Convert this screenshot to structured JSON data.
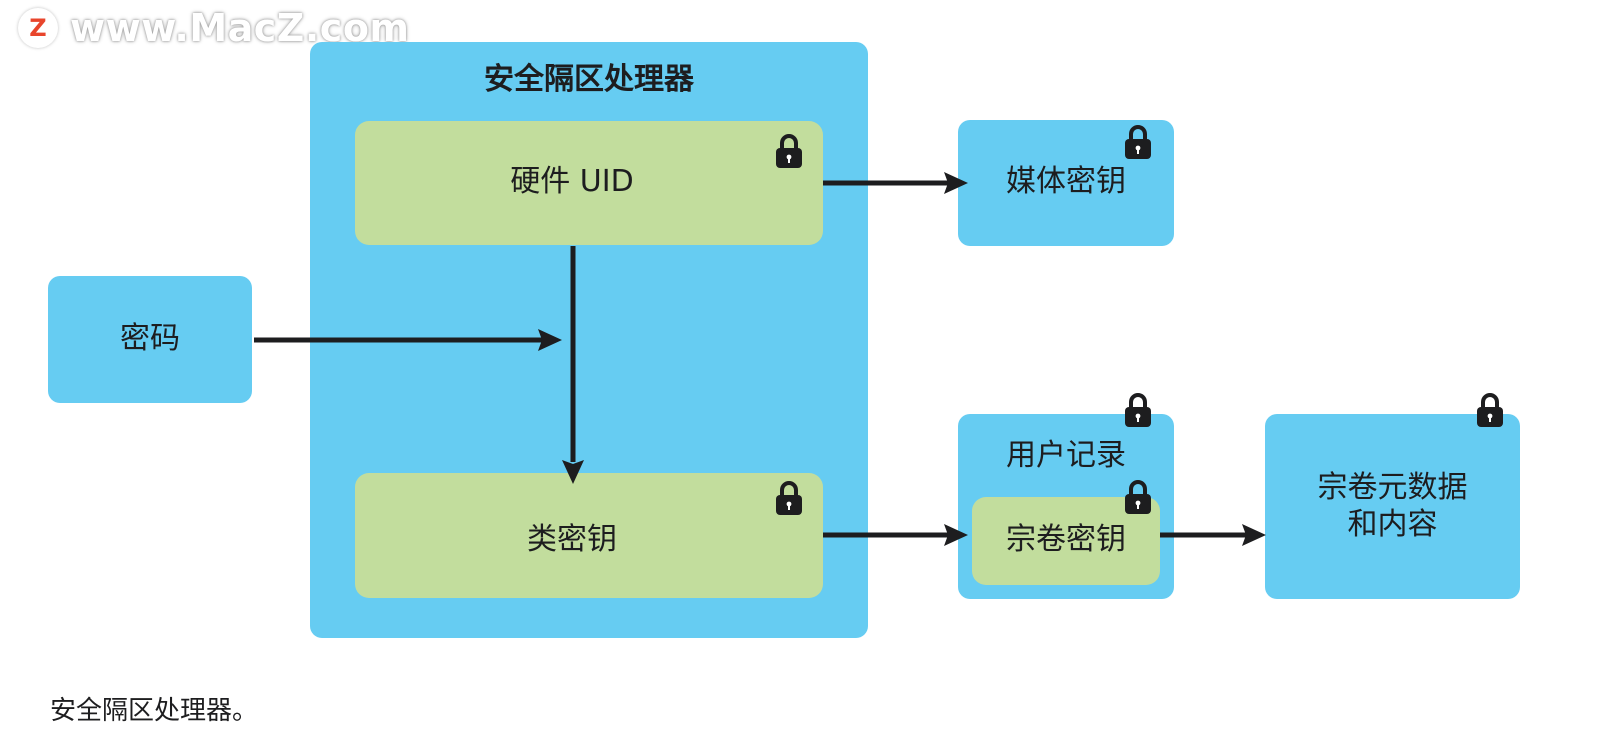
{
  "watermark": {
    "badge": "Z",
    "text": "www.MacZ.com"
  },
  "diagram": {
    "processor_title": "安全隔区处理器",
    "hardware_uid": "硬件 UID",
    "class_key": "类密钥",
    "password": "密码",
    "media_key": "媒体密钥",
    "user_record": "用户记录",
    "volume_key": "宗卷密钥",
    "volume_metadata_line1": "宗卷元数据",
    "volume_metadata_line2": "和内容"
  },
  "caption": "安全隔区处理器。",
  "colors": {
    "blue_box": "#66ccf2",
    "green_box": "#c2dd9d",
    "arrow": "#1d1d1f"
  },
  "icons": {
    "lock": "lock-icon"
  }
}
